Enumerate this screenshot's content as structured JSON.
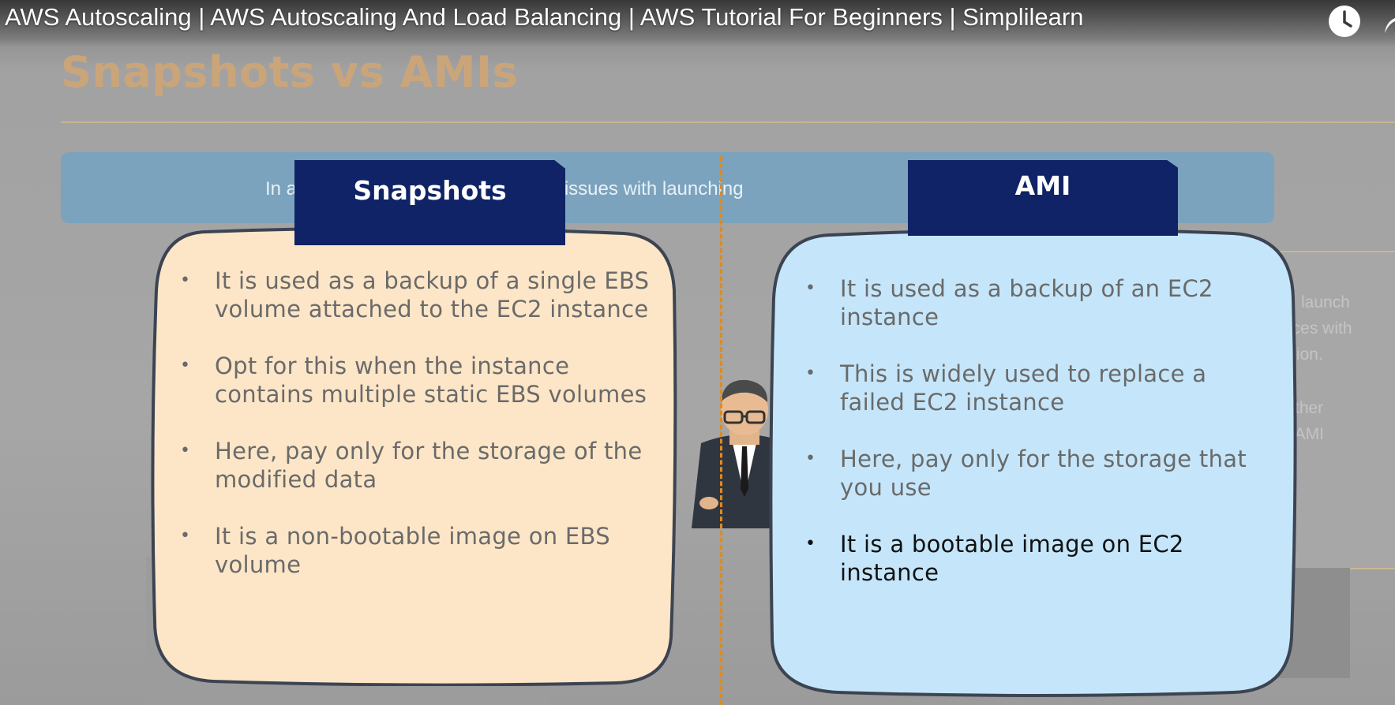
{
  "video": {
    "title": "AWS Autoscaling | AWS Autoscaling And Load Balancing | AWS Tutorial For Beginners | Simplilearn",
    "icons": [
      "clock-icon",
      "share-icon"
    ]
  },
  "slide": {
    "heading": "Snapshots vs AMIs",
    "scenario_visible_text": "In a                          oyees is facing issues with launching",
    "background_fragments": [
      "launch",
      "ices with",
      "tion.",
      "ther",
      "r AMI"
    ]
  },
  "snapshots": {
    "label": "Snapshots",
    "color": "#fde6c7",
    "bullets": [
      "It is used as a backup of a single EBS volume attached to the EC2 instance",
      "Opt for this when the instance contains multiple static EBS volumes",
      "Here, pay only for the storage of the modified data",
      "It is a non-bootable image on EBS volume"
    ]
  },
  "ami": {
    "label": "AMI",
    "color": "#c5e6fa",
    "bullets": [
      "It is used as a backup of an EC2 instance",
      "This is widely used to replace a failed EC2 instance",
      "Here, pay only for the storage that you use",
      "It is a bootable image on EC2 instance"
    ]
  },
  "colors": {
    "tab": "#0f2366",
    "heading": "#caa57a",
    "divider": "#e08a1e",
    "scenario_bar": "#7ba3bd"
  }
}
